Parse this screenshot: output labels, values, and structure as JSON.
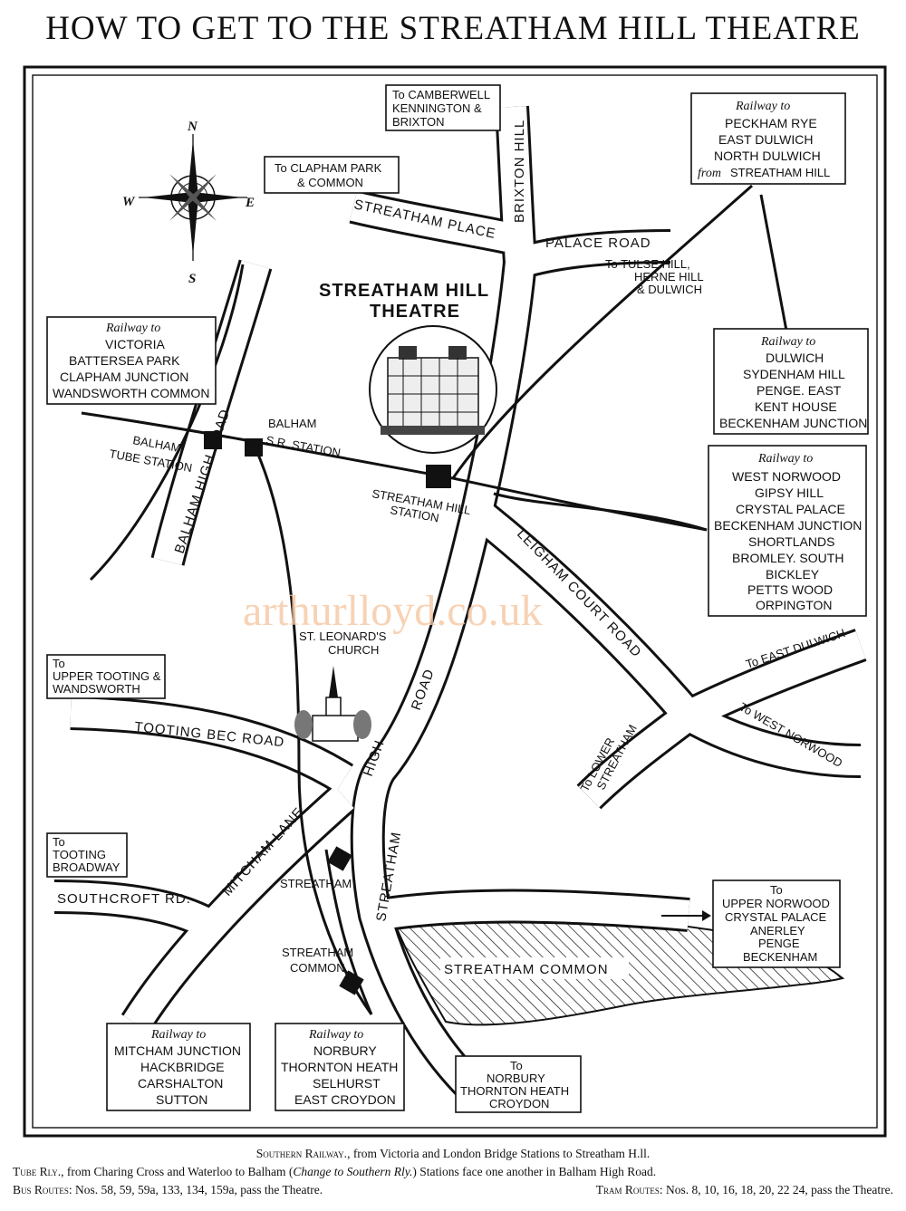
{
  "title": "HOW TO GET TO THE STREATHAM HILL THEATRE",
  "watermark": "arthurlloyd.co.uk",
  "compass": {
    "n": "N",
    "s": "S",
    "e": "E",
    "w": "W"
  },
  "theatre": {
    "line1": "STREATHAM HILL",
    "line2": "THEATRE"
  },
  "roads": {
    "streatham_place": "STREATHAM PLACE",
    "brixton_hill": "BRIXTON HILL",
    "palace_road": "PALACE ROAD",
    "balham_high_road": "BALHAM HIGH ROAD",
    "leigham_court_road": "LEIGHAM COURT ROAD",
    "tooting_bec_road": "TOOTING BEC ROAD",
    "high_road_part1": "HIGH",
    "high_road_part2": "ROAD",
    "mitcham_lane": "MITCHAM LANE",
    "streatham": "STREATHAM",
    "southcroft_rd": "SOUTHCROFT RD.",
    "streatham_common": "STREATHAM COMMON"
  },
  "places": {
    "balham_sr_station_1": "BALHAM",
    "balham_sr_station_2": "S.R. STATION",
    "balham_tube_1": "BALHAM",
    "balham_tube_2": "TUBE STATION",
    "streatham_hill_station_1": "STREATHAM HILL",
    "streatham_hill_station_2": "STATION",
    "st_leonards_1": "ST. LEONARD'S",
    "st_leonards_2": "CHURCH",
    "streatham_station": "STREATHAM",
    "streatham_common_station_1": "STREATHAM",
    "streatham_common_station_2": "COMMON",
    "tulse_1": "To TULSE HILL,",
    "tulse_2": "HERNE HILL",
    "tulse_3": "& DULWICH",
    "to_east_dulwich": "To EAST DULWICH",
    "to_west_norwood": "To WEST NORWOOD",
    "to_lower_1": "To LOWER",
    "to_lower_2": "STREATHAM"
  },
  "boxes": {
    "camberwell": [
      "To CAMBERWELL",
      "KENNINGTON &",
      "BRIXTON"
    ],
    "clapham": [
      "To CLAPHAM PARK",
      "& COMMON"
    ],
    "peckham": {
      "heading": "Railway to",
      "lines": [
        "PECKHAM RYE",
        "EAST DULWICH",
        "NORTH DULWICH"
      ],
      "from": "from",
      "from_rest": "STREATHAM HILL"
    },
    "victoria": {
      "heading": "Railway to",
      "lines": [
        "VICTORIA",
        "BATTERSEA PARK",
        "CLAPHAM JUNCTION",
        "WANDSWORTH COMMON"
      ]
    },
    "dulwich": {
      "heading": "Railway to",
      "lines": [
        "DULWICH",
        "SYDENHAM HILL",
        "PENGE. EAST",
        "KENT HOUSE",
        "BECKENHAM JUNCTION"
      ]
    },
    "west_norwood": {
      "heading": "Railway to",
      "lines": [
        "WEST NORWOOD",
        "GIPSY HILL",
        "CRYSTAL PALACE",
        "BECKENHAM JUNCTION",
        "SHORTLANDS",
        "BROMLEY. SOUTH",
        "BICKLEY",
        "PETTS WOOD",
        "ORPINGTON"
      ]
    },
    "upper_tooting": [
      "To",
      "UPPER TOOTING &",
      "WANDSWORTH"
    ],
    "tooting_broadway": [
      "To",
      "TOOTING",
      "BROADWAY"
    ],
    "upper_norwood": [
      "To",
      "UPPER NORWOOD",
      "CRYSTAL PALACE",
      "ANERLEY",
      "PENGE",
      "BECKENHAM"
    ],
    "mitcham": {
      "heading": "Railway to",
      "lines": [
        "MITCHAM JUNCTION",
        "HACKBRIDGE",
        "CARSHALTON",
        "SUTTON"
      ]
    },
    "norbury_rail": {
      "heading": "Railway to",
      "lines": [
        "NORBURY",
        "THORNTON HEATH",
        "SELHURST",
        "EAST CROYDON"
      ]
    },
    "norbury_road": [
      "To",
      "NORBURY",
      "THORNTON HEATH",
      "CROYDON"
    ]
  },
  "footer": {
    "line1_a": "Southern Railway.",
    "line1_b": ", from Victoria and London Bridge Stations to Streatham H.ll.",
    "line2_a": "Tube Rly.",
    "line2_b": ", from Charing Cross and Waterloo to Balham (",
    "line2_c": "Change to Southern Rly.",
    "line2_d": ") Stations face one another in Balham High Road.",
    "line3_a": "Bus Routes",
    "line3_b": ": Nos. 58, 59, 59a, 133, 134, 159a, pass the Theatre.",
    "line3_c": "Tram Routes",
    "line3_d": ": Nos. 8, 10, 16, 18, 20, 22  24, pass the Theatre."
  }
}
